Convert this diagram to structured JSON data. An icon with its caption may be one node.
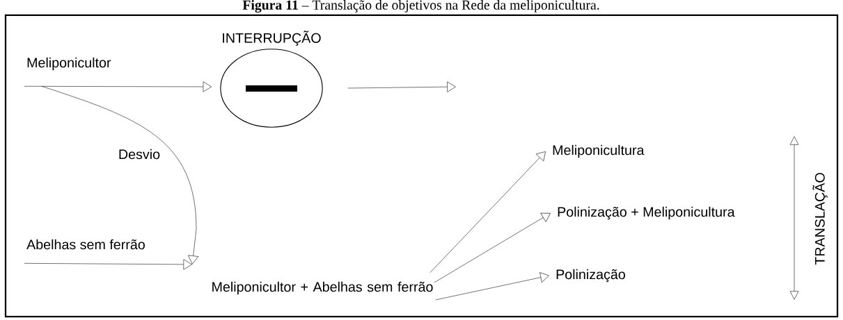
{
  "diagram": {
    "title": "**Figura 11** – Translação de objetivos na Rede da meliponicultura.",
    "nodes": [
      {
        "text": [
          "Meliponicultor"
        ]
      },
      {
        "text": [
          "INTERRUPÇÃO"
        ]
      },
      {
        "text": [
          "Abelhas sem ferrão"
        ]
      },
      {
        "text": [
          "Meliponicultor + Abelhas sem ferrão"
        ]
      },
      {
        "text": [
          "Meliponicultura"
        ]
      },
      {
        "text": [
          "Polinização + Meliponicultura"
        ]
      },
      {
        "text": [
          "Polinização"
        ]
      }
    ],
    "edges": [
      {
        "from": 0,
        "to": 1,
        "arrow": "to"
      },
      {
        "from": 1,
        "to": null,
        "arrow": "to"
      },
      {
        "from": 0,
        "to": 3,
        "arrow": "to",
        "label": "Desvio"
      },
      {
        "from": 2,
        "to": 3,
        "arrow": "to"
      },
      {
        "from": 3,
        "to": 4,
        "arrow": "to"
      },
      {
        "from": 3,
        "to": 5,
        "arrow": "to"
      },
      {
        "from": 3,
        "to": 6,
        "arrow": "to"
      }
    ],
    "labels": [
      "TRANSLAÇÃO"
    ]
  }
}
